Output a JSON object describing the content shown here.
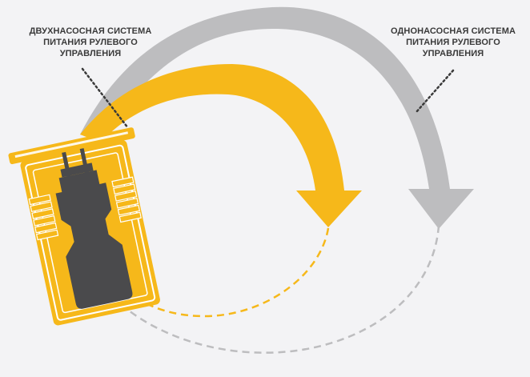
{
  "labels": {
    "dual_pump": {
      "lines": [
        "ДВУХНАСОСНАЯ СИСТЕМА",
        "ПИТАНИЯ РУЛЕВОГО",
        "УПРАВЛЕНИЯ"
      ]
    },
    "single_pump": {
      "lines": [
        "ОДНОНАСОСНАЯ СИСТЕМА",
        "ПИТАНИЯ РУЛЕВОГО",
        "УПРАВЛЕНИЯ"
      ]
    }
  },
  "colors": {
    "background": "#f3f3f5",
    "dual_pump": "#f6b81a",
    "single_pump": "#bdbdbf",
    "machine_body": "#4a4a4c",
    "leader": "#3a3a3a",
    "text": "#3a3a3a"
  },
  "icons": {
    "machine": "wheel-dozer-top-view-icon",
    "dual_arrow": "curved-arrow-icon",
    "single_arrow": "curved-arrow-icon"
  }
}
